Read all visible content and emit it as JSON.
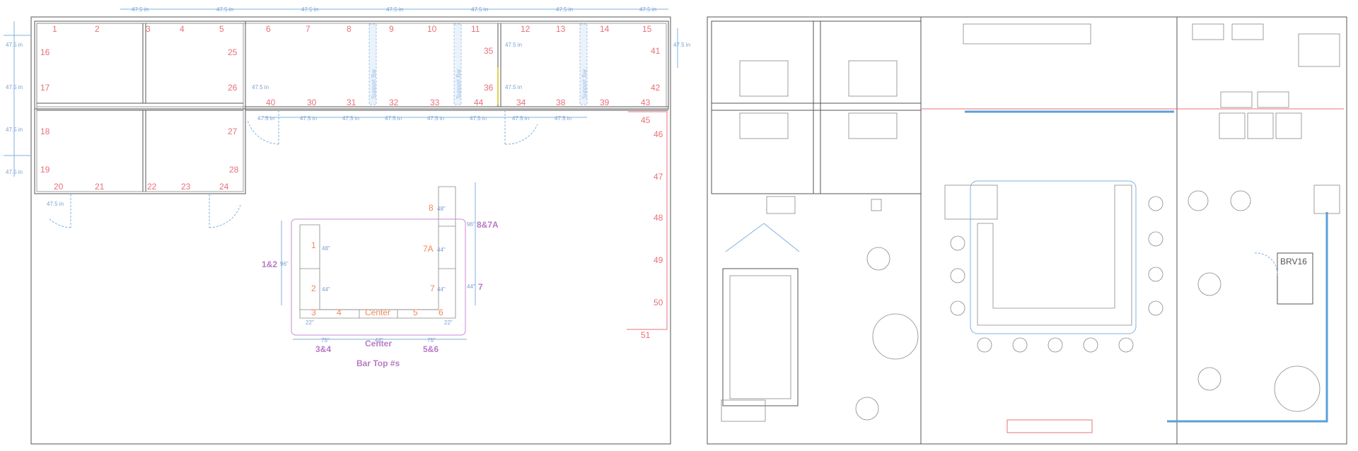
{
  "left_plan": {
    "dimension_label": "47.5 in",
    "booth_numbers_top": [
      "1",
      "2",
      "3",
      "4",
      "5",
      "6",
      "7",
      "8",
      "9",
      "10",
      "11",
      "12",
      "13",
      "14",
      "15"
    ],
    "booth_numbers_left": [
      "16",
      "17",
      "18",
      "19"
    ],
    "booth_numbers_bottom": [
      "20",
      "21",
      "22",
      "23",
      "24"
    ],
    "booth_numbers_inner": [
      "25",
      "26",
      "27",
      "28"
    ],
    "booth_numbers_row2": [
      "40",
      "30",
      "31",
      "32",
      "33",
      "44",
      "34",
      "38",
      "39",
      "43"
    ],
    "booth_numbers_side": [
      "35",
      "36",
      "41",
      "42"
    ],
    "booth_numbers_right": [
      "45",
      "46",
      "47",
      "48",
      "49",
      "50",
      "51"
    ],
    "support_bar_label": "Support Bar",
    "bar_sections": {
      "left": [
        "1",
        "2"
      ],
      "bottom": [
        "3",
        "4",
        "Center",
        "5",
        "6"
      ],
      "right": [
        "8",
        "7A",
        "7"
      ]
    },
    "bar_dims": {
      "d48": "48\"",
      "d44": "44\"",
      "d96": "96\"",
      "d22": "22\"",
      "d75": "75\""
    },
    "bar_top_labels": {
      "left": "1&2",
      "right_top": "8&7A",
      "right": "7",
      "bottom_left": "3&4",
      "bottom_center": "Center",
      "bottom_right": "5&6",
      "caption": "Bar Top #s"
    }
  },
  "right_plan": {
    "equipment_label": "BRV16"
  },
  "colors": {
    "wall": "#555555",
    "booth_number": "#e8707a",
    "dimension": "#7a9fd0",
    "bar_tag": "#f2875a",
    "bar_top": "#b77ac6",
    "water_line": "#5aa0d8"
  }
}
